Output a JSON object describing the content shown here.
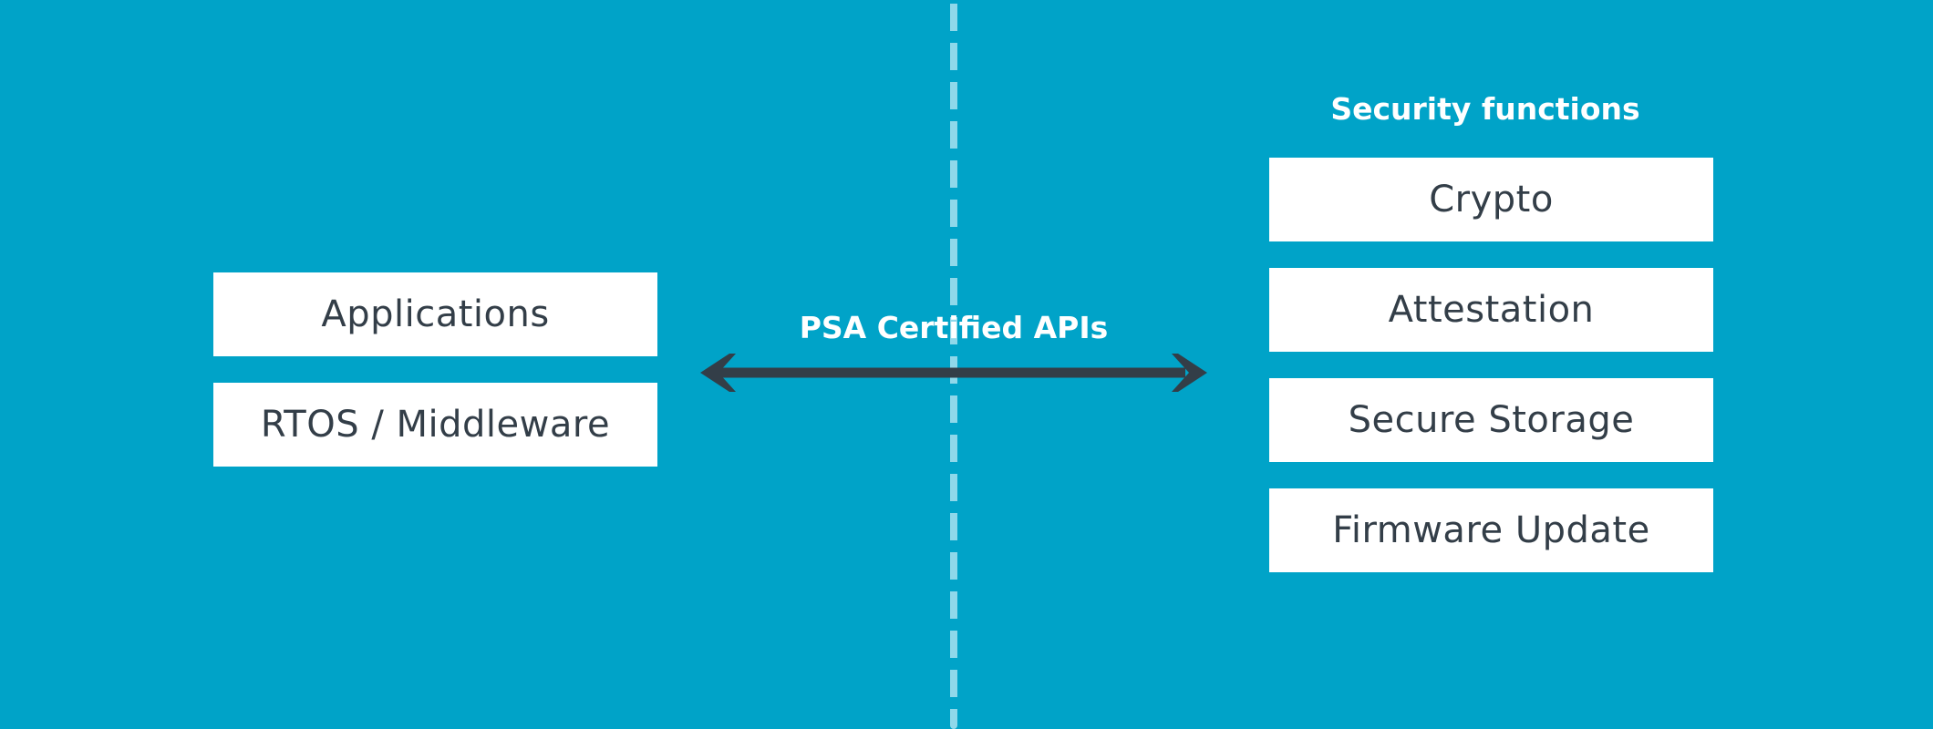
{
  "colors": {
    "background": "#00A3C8",
    "box_fill": "#FFFFFF",
    "box_text": "#333E48",
    "arrow": "#333E48",
    "divider": "#8FD8EA",
    "heading_text": "#FFFFFF"
  },
  "left_stack": {
    "applications": "Applications",
    "rtos_middleware": "RTOS / Middleware"
  },
  "connector": {
    "label": "PSA Certified APIs",
    "direction": "bidirectional"
  },
  "security_functions": {
    "title": "Security functions",
    "items": [
      "Crypto",
      "Attestation",
      "Secure Storage",
      "Firmware Update"
    ]
  }
}
